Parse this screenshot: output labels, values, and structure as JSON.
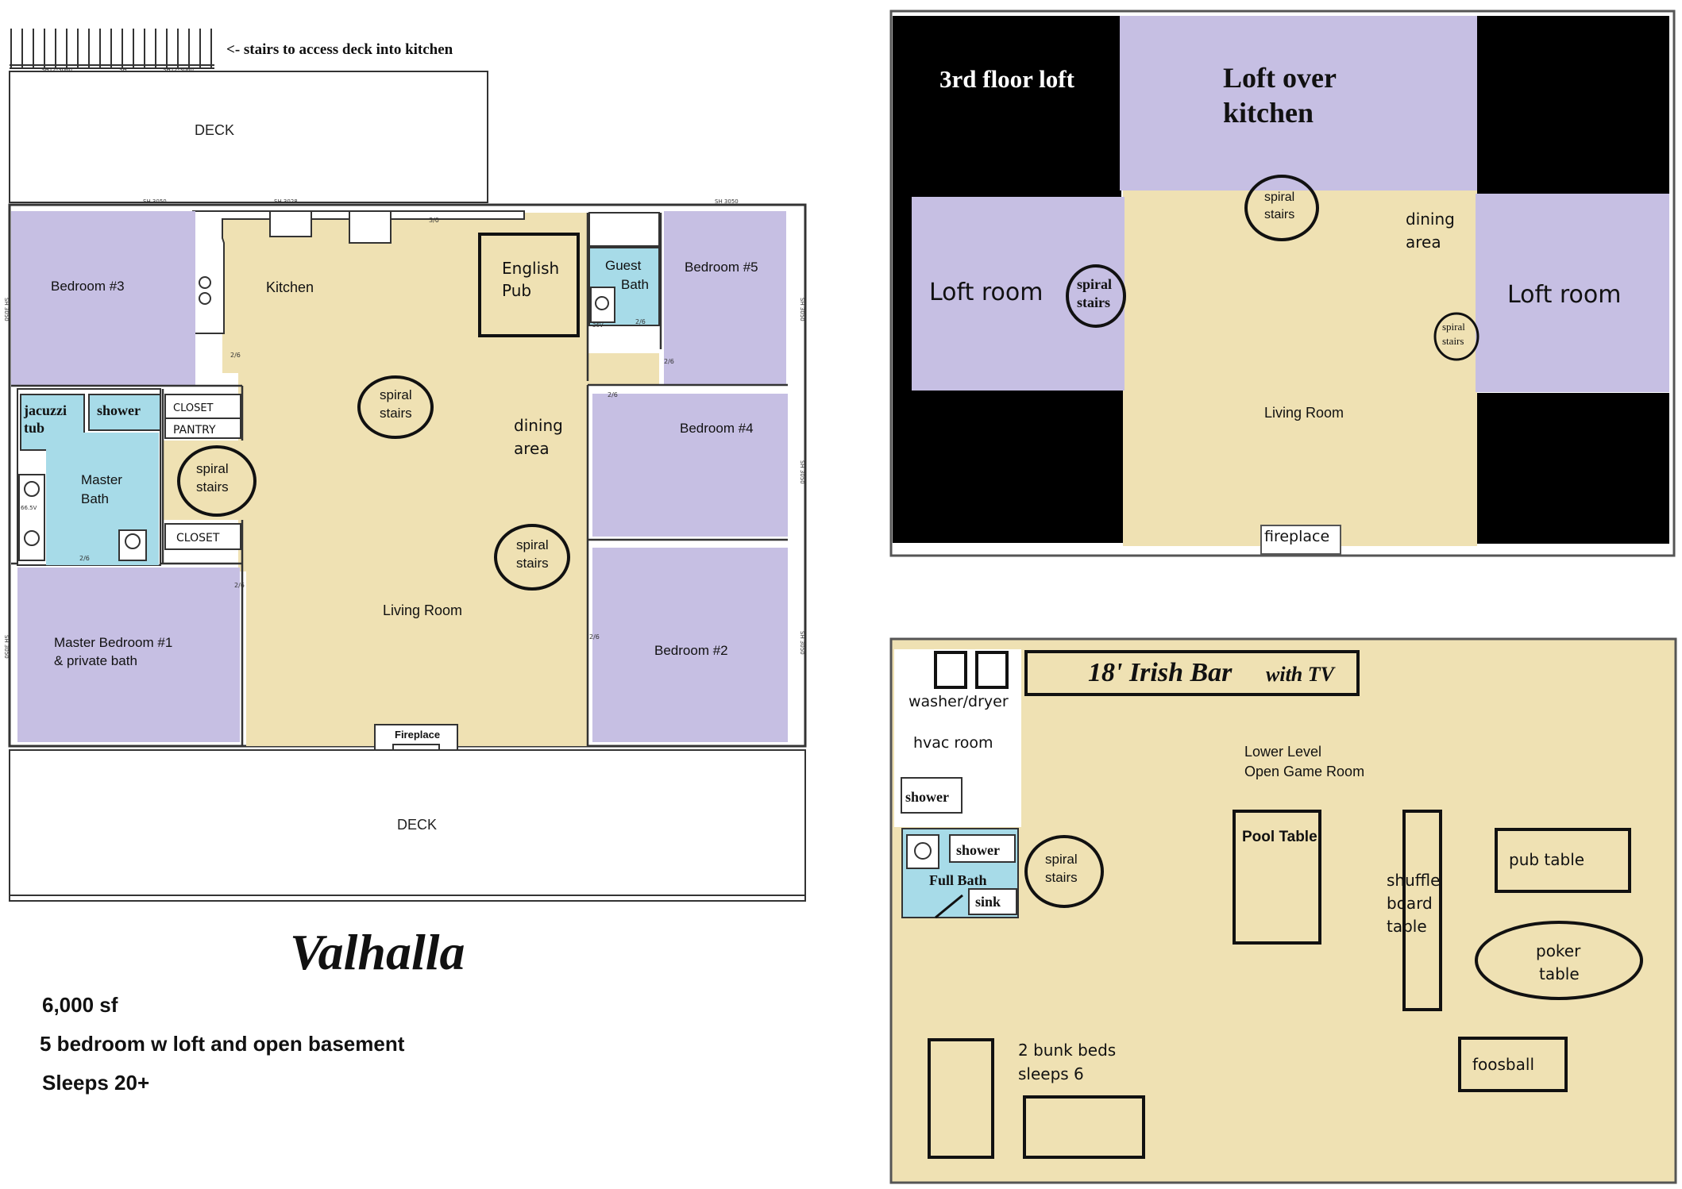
{
  "colors": {
    "room_purple": "#c6bfe3",
    "common_tan": "#efe1b3",
    "bath_blue": "#a7dbe8",
    "loft_black": "#000000",
    "line": "#333333",
    "white": "#ffffff"
  },
  "main_floor": {
    "stairs_note": "<- stairs to access deck into kitchen",
    "deck_top": "DECK",
    "deck_bottom": "DECK",
    "kitchen": "Kitchen",
    "english_pub": [
      "English",
      "Pub"
    ],
    "guest_bath": [
      "Guest",
      "Bath"
    ],
    "bedroom_3": "Bedroom #3",
    "bedroom_5": "Bedroom #5",
    "bedroom_4": "Bedroom #4",
    "bedroom_2": "Bedroom #2",
    "master_bedroom": [
      "Master Bedroom #1",
      "& private bath"
    ],
    "jacuzzi": [
      "jacuzzi",
      "tub"
    ],
    "shower": "shower",
    "closet_1": "CLOSET",
    "closet_2": "CLOSET",
    "pantry": "PANTRY",
    "master_bath": [
      "Master",
      "Bath"
    ],
    "spiral_stairs": [
      "spiral",
      "stairs"
    ],
    "dining": [
      "dining",
      "area"
    ],
    "living_room": "Living Room",
    "fireplace": "Fireplace",
    "door_marks": [
      "3/0",
      "2/6",
      "2/6",
      "2/6",
      "2/6",
      "2/6",
      "2/6",
      "2/6"
    ],
    "wall_codes": [
      "SH 3050",
      "SH 3028",
      "SH 3050",
      "SH 3050",
      "SH 3050",
      "SH 3050",
      "SH 3050",
      "SH 3050"
    ],
    "deck_codes": [
      "SH12-3060",
      "SH",
      "SH12-3060"
    ],
    "fixture_codes": [
      "66.5V",
      "36V"
    ]
  },
  "loft_floor": {
    "third_floor": "3rd floor loft",
    "loft_over_kitchen": [
      "Loft over",
      "kitchen"
    ],
    "loft_room_left": "Loft room",
    "loft_room_right": "Loft room",
    "spiral_stairs": [
      "spiral",
      "stairs"
    ],
    "dining": [
      "dining",
      "area"
    ],
    "living_room": "Living Room",
    "fireplace": "fireplace"
  },
  "lower_level": {
    "irish_bar": "18' Irish Bar",
    "with_tv": "with TV",
    "washer_dryer": "washer/dryer",
    "hvac": "hvac room",
    "shower_1": "shower",
    "shower_2": "shower",
    "full_bath": "Full Bath",
    "sink": "sink",
    "spiral_stairs": [
      "spiral",
      "stairs"
    ],
    "game_room": [
      "Lower Level",
      "Open Game Room"
    ],
    "pool_table": "Pool Table",
    "shuffle_board": [
      "shuffle",
      "board",
      "table"
    ],
    "pub_table": "pub table",
    "poker_table": [
      "poker",
      "table"
    ],
    "foosball": "foosball",
    "bunk_beds": [
      "2 bunk beds",
      "sleeps 6"
    ]
  },
  "info": {
    "title": "Valhalla",
    "square_feet": "6,000 sf",
    "bedrooms": "5 bedroom w loft and open basement",
    "sleeps": "Sleeps 20+"
  }
}
